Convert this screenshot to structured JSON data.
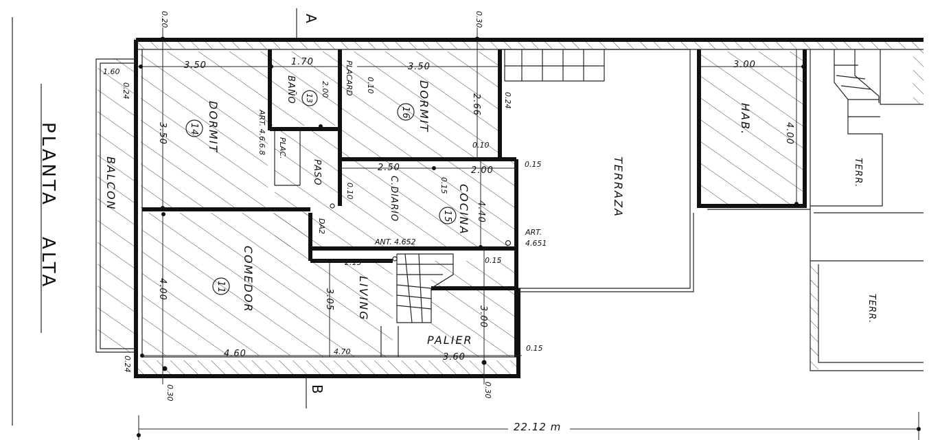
{
  "title": [
    "PLANTA",
    "ALTA"
  ],
  "section_markers": {
    "a": "A",
    "b": "B"
  },
  "rooms": {
    "dormit_14": "DORMIT",
    "num_14": "14",
    "bano": "BAÑO",
    "num_13": "13",
    "placard": "PLACARD",
    "dormit_16": "DORMIT",
    "num_16": "16",
    "terraza": "TERRAZA",
    "hab": "HAB.",
    "terr_top": "TERR.",
    "terr_bottom": "TERR.",
    "balcon": "BALCON",
    "plac": "PLAC.",
    "paso": "PASO",
    "c_diario": "C.DIARIO",
    "cocina": "COCINA",
    "num_15": "15",
    "da2": "DA2",
    "comedor": "COMEDOR",
    "num_11": "11",
    "living": "LIVING",
    "palier": "PALIER"
  },
  "annotations": {
    "art_4668": "ART. 4.6.6.8",
    "ant_4652": "ANT. 4.652",
    "art": "ART.",
    "art_4651": "4.651"
  },
  "dimensions": {
    "d_020": "0.20",
    "d_030_top": "0.30",
    "d_350_a": "3.50",
    "d_170": "1.70",
    "d_350_b": "3.50",
    "d_300_hab": "3.00",
    "d_160": "1.60",
    "d_024_a": "0.24",
    "d_350_v": "3.50",
    "d_200_bano": "2.00",
    "d_010_a": "0.10",
    "d_266": "2.66",
    "d_024_b": "0.24",
    "d_010_b": "0.10",
    "d_400_hab": "4.00",
    "d_250": "2.50",
    "d_200_k": "2.00",
    "d_015_a": "0.15",
    "d_010_c": "0.10",
    "d_015_b": "0.15",
    "d_440": "4.40",
    "d_215": "2.15",
    "d_015_c": "0.15",
    "d_400_com": "4.00",
    "d_305": "3.05",
    "d_300_pal": "3.00",
    "d_460": "4.60",
    "d_470": "4.70",
    "d_360": "3.60",
    "d_015_d": "0.15",
    "d_024_c": "0.24",
    "d_030_b1": "0.30",
    "d_030_b2": "0.30",
    "total": "22.12 m"
  }
}
